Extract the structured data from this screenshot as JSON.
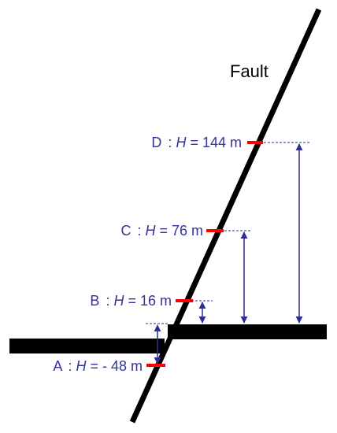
{
  "diagram": {
    "fault_label": "Fault",
    "points": [
      {
        "id": "D",
        "letter": "D",
        "var": "H",
        "value_text": "= 144 m",
        "height_m": 144
      },
      {
        "id": "C",
        "letter": "C",
        "var": "H",
        "value_text": "= 76 m",
        "height_m": 76
      },
      {
        "id": "B",
        "letter": "B",
        "var": "H",
        "value_text": "= 16 m",
        "height_m": 16
      },
      {
        "id": "A",
        "letter": "A",
        "var": "H",
        "value_text": "= - 48 m",
        "height_m": -48
      }
    ],
    "colors": {
      "fault": "#000000",
      "strata": "#000000",
      "marker": "#ff0000",
      "arrow": "#2e2e96",
      "label_text": "#33339a"
    }
  }
}
